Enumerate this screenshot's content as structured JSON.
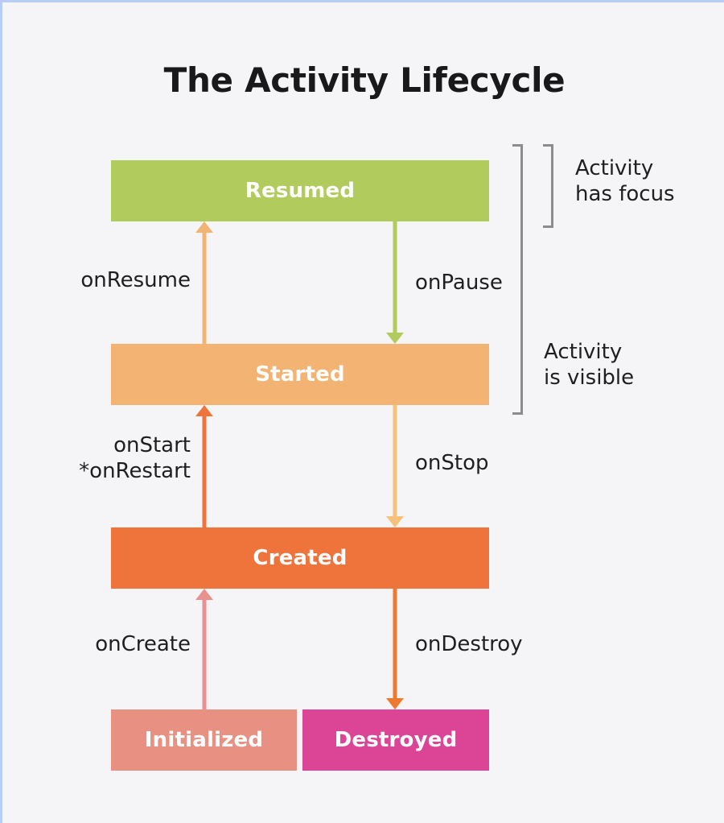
{
  "diagram": {
    "title": "The Activity Lifecycle",
    "background_color": "#f5f4f6",
    "border_color": "#b8cdf5"
  },
  "states": [
    {
      "id": "resumed",
      "label": "Resumed",
      "color": "#b1cc5c",
      "text_color": "#ffffff"
    },
    {
      "id": "started",
      "label": "Started",
      "color": "#f2b373",
      "text_color": "#ffffff"
    },
    {
      "id": "created",
      "label": "Created",
      "color": "#ef743c",
      "text_color": "#ffffff"
    },
    {
      "id": "initialized",
      "label": "Initialized",
      "color": "#e89183",
      "text_color": "#ffffff"
    },
    {
      "id": "destroyed",
      "label": "Destroyed",
      "color": "#dc4596",
      "text_color": "#ffffff"
    }
  ],
  "transitions": [
    {
      "id": "onresume",
      "label": "onResume",
      "from": "started",
      "to": "resumed",
      "direction": "up",
      "color": "#f2b373"
    },
    {
      "id": "onpause",
      "label": "onPause",
      "from": "resumed",
      "to": "started",
      "direction": "down",
      "color": "#b1cc5c"
    },
    {
      "id": "onstart",
      "label": "onStart\n*onRestart",
      "from": "created",
      "to": "started",
      "direction": "up",
      "color": "#ef743c"
    },
    {
      "id": "onstop",
      "label": "onStop",
      "from": "started",
      "to": "created",
      "direction": "down",
      "color": "#f6c179"
    },
    {
      "id": "oncreate",
      "label": "onCreate",
      "from": "initialized",
      "to": "created",
      "direction": "up",
      "color": "#e8918e"
    },
    {
      "id": "ondestroy",
      "label": "onDestroy",
      "from": "created",
      "to": "destroyed",
      "direction": "down",
      "color": "#ef7a2e"
    }
  ],
  "scopes": [
    {
      "id": "focus",
      "label": "Activity\nhas focus",
      "color": "#8c8c8c"
    },
    {
      "id": "visible",
      "label": "Activity\nis visible",
      "color": "#8c8c8c"
    }
  ]
}
